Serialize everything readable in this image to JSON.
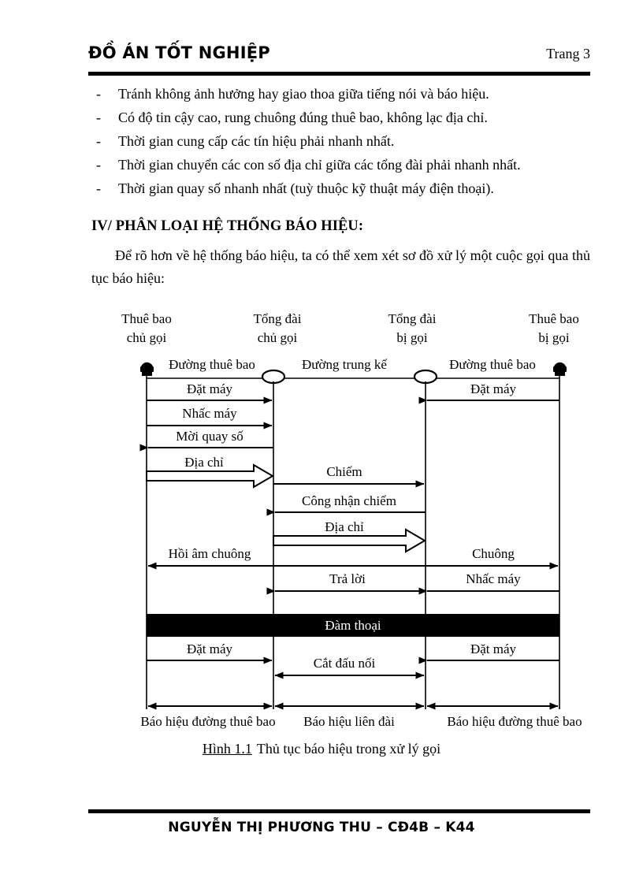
{
  "header": {
    "title": "ĐỒ ÁN TỐT NGHIỆP",
    "page_label": "Trang 3"
  },
  "bullets": {
    "marker": "-",
    "items": [
      "Tránh không ảnh hưởng hay giao thoa giữa tiếng nói và báo hiệu.",
      "Có độ tin cậy cao, rung chuông đúng thuê bao, không lạc địa chỉ.",
      "Thời gian cung cấp các tín hiệu phải nhanh nhất.",
      "Thời gian chuyển các con số địa chỉ giữa các tổng đài phải nhanh nhất.",
      "Thời gian quay số nhanh nhất (tuỳ thuộc kỹ thuật máy điện thoại)."
    ]
  },
  "section": {
    "heading": "IV/ PHÂN LOẠI HỆ THỐNG BÁO HIỆU:",
    "intro": "Để rõ hơn về hệ thống báo hiệu, ta có thể xem xét sơ đồ xử lý một cuộc gọi qua thủ tục báo hiệu:"
  },
  "figure": {
    "columns": [
      {
        "line1": "Thuê bao",
        "line2": "chủ gọi"
      },
      {
        "line1": "Tổng đài",
        "line2": "chủ gọi"
      },
      {
        "line1": "Tổng đài",
        "line2": "bị gọi"
      },
      {
        "line1": "Thuê bao",
        "line2": "bị gọi"
      }
    ],
    "link_labels": [
      "Đường thuê bao",
      "Đường trung kế",
      "Đường thuê bao"
    ],
    "messages": {
      "dat_may_left_top": "Đặt máy",
      "dat_may_right_top": "Đặt máy",
      "nhac_may_left": "Nhấc máy",
      "moi_quay_so": "Mời quay số",
      "dia_chi_left": "Địa chỉ",
      "chiem": "Chiếm",
      "cong_nhan_chiem": "Công nhận chiếm",
      "dia_chi_trunk": "Địa chỉ",
      "hoi_am_chuong": "Hồi âm chuông",
      "chuong": "Chuông",
      "tra_loi": "Trả lời",
      "nhac_may_right": "Nhấc máy",
      "dam_thoai": "Đàm thoại",
      "dat_may_left_bottom": "Đặt máy",
      "cat_dau_noi": "Cắt đấu nối",
      "dat_may_right_bottom": "Đặt máy"
    },
    "span_labels": [
      "Báo hiệu đường thuê bao",
      "Báo hiệu liên đài",
      "Báo hiệu đường thuê bao"
    ],
    "colors": {
      "ink": "#000000",
      "bar_fill": "#000000",
      "bar_text": "#ffffff",
      "page_bg": "#ffffff"
    }
  },
  "caption": {
    "number": "Hình 1.1",
    "text": "Thủ tục báo hiệu trong xử lý gọi"
  },
  "footer": {
    "text": "NGUYỄN THỊ PHƯƠNG THU – CĐ4B – K44"
  }
}
